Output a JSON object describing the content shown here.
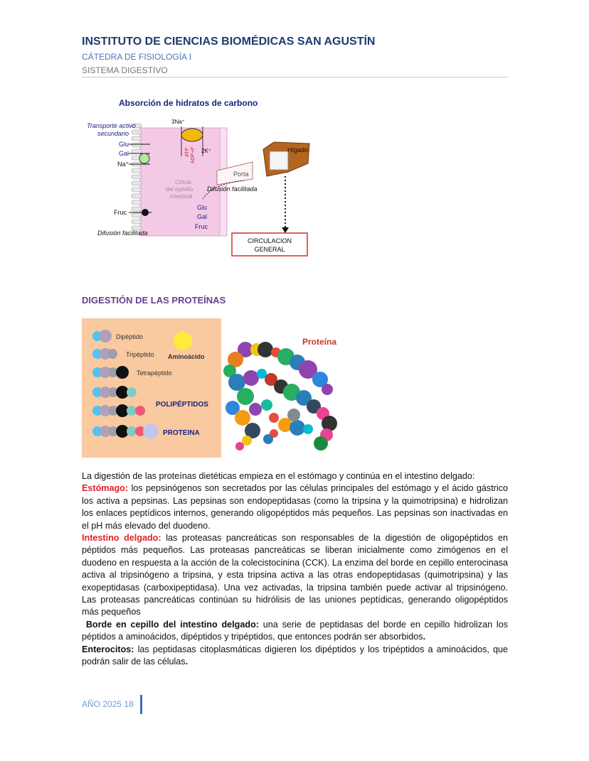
{
  "header": {
    "institution": "INSTITUTO DE CIENCIAS BIOMÉDICAS SAN AGUSTÍN",
    "department": "CÁTEDRA DE FISIOLOGÍA I",
    "topic": "SISTEMA DIGESTIVO"
  },
  "figure1": {
    "title": "Absorción de hidratos de carbono",
    "transport_label_1": "Transporte activo",
    "transport_label_2": "secundario",
    "glu": "Glu",
    "gal": "Gal",
    "na": "Na⁺",
    "three_na": "3Na⁺",
    "two_k": "2K⁺",
    "atp": "ATP",
    "adp": "ADP+P",
    "cell_1": "Célula",
    "cell_2": "del epitelio",
    "cell_3": "intestinal",
    "higado": "Hígado",
    "porta": "Porta",
    "difusion_right": "Difusión facilitada",
    "fruc": "Fruc",
    "difusion_bottom": "Difusión facilitada",
    "out_glu": "Glu",
    "out_gal": "Gal",
    "out_fruc": "Fruc",
    "circ_1": "CIRCULACION",
    "circ_2": "GENERAL"
  },
  "section": {
    "heading": "DIGESTIÓN DE LAS PROTEÍNAS"
  },
  "figure2": {
    "dipeptido": "Dipèptido",
    "tripeptido": "Tripèptido",
    "aminoacido": "Aminoàcido",
    "tetrapeptido": "Tetrapèptido",
    "polipeptidos": "POLIPÉPTIDOS",
    "proteina_left": "PROTEINA",
    "proteina_right": "Proteína"
  },
  "body": {
    "intro": "La digestión de las proteínas dietéticas empieza en el estómago y continúa en el intestino delgado:",
    "estomago_label": "Estómago:",
    "estomago_text": " los pepsinógenos son secretados por las células principales del estómago y el ácido gástrico los activa a pepsinas. Las pepsinas son endopeptidasas (como la tripsina y la quimotripsina) e hidrolizan los enlaces peptídicos internos, generando oligopéptidos más pequeños. Las pepsinas son inactivadas en el pH más elevado del duodeno.",
    "intestino_label": "Intestino delgado:",
    "intestino_text": " las proteasas pancreáticas son responsables de la digestión de oligopéptidos en péptidos más pequeños. Las proteasas pancreáticas se liberan inicialmente como zimógenos en el duodeno en respuesta a la acción de la colecistocinina (CCK). La enzima del borde en cepillo enterocinasa activa al tripsinógeno a tripsina, y esta tripsina activa a las otras endopeptidasas (quimotripsina) y las exopeptidasas (carboxipeptidasa). Una vez activadas, la tripsina también puede activar al tripsinógeno. Las proteasas pancreáticas continúan su hidrólisis de las uniones peptídicas, generando oligopéptidos más pequeños",
    "borde_label": "Borde en cepillo del intestino delgado:",
    "borde_text": " una serie de peptidasas del borde en cepillo hidrolizan los péptidos a aminoácidos, dipéptidos y tripéptidos, que entonces podrán ser absorbidos",
    "borde_end": ".",
    "enterocitos_label": "Enterocitos:",
    "enterocitos_text": " las peptidasas citoplasmáticas digieren los dipéptidos y los tripéptidos a aminoácidos, que podrán salir de las células",
    "enterocitos_end": "."
  },
  "footer": {
    "year_page": "AÑO 2025  18"
  },
  "colors": {
    "title_blue": "#1f3a6e",
    "sub_blue": "#4a78b8",
    "section_purple": "#6a3d8e",
    "label_red": "#e0202a",
    "cell_pink": "#f4c9e6"
  }
}
